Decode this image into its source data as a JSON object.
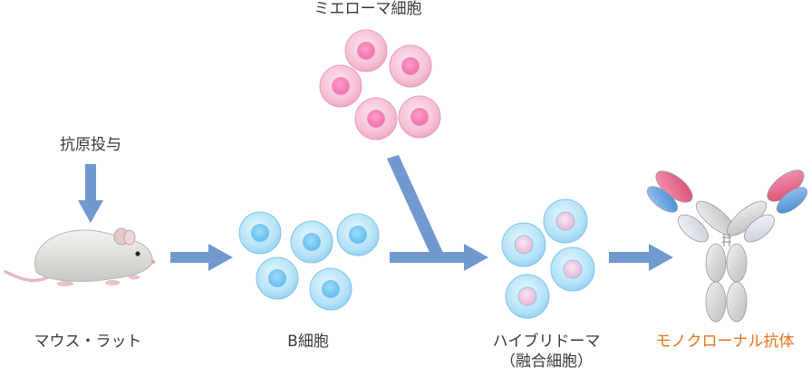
{
  "labels": {
    "myeloma": "ミエローマ細胞",
    "antigen": "抗原投与",
    "mouse": "マウス・ラット",
    "bcell": "B細胞",
    "hybridoma": "ハイブリドーマ",
    "hybridoma_sub": "（融合細胞）",
    "antibody": "モノクローナル抗体"
  },
  "colors": {
    "arrow": "#7199cf",
    "label": "#3a3a3a",
    "accent": "#e8731a",
    "myeloma": "#f4b5d0",
    "bcell": "#a8dcf5",
    "hybridoma_nucleus": "#ebc4e0",
    "antibody_heavy": "#d4d4d4",
    "antibody_variable_red": "#e06084",
    "antibody_variable_blue": "#5d9ad8"
  },
  "icons": [
    "mouse-illustration",
    "antibody-icon"
  ]
}
